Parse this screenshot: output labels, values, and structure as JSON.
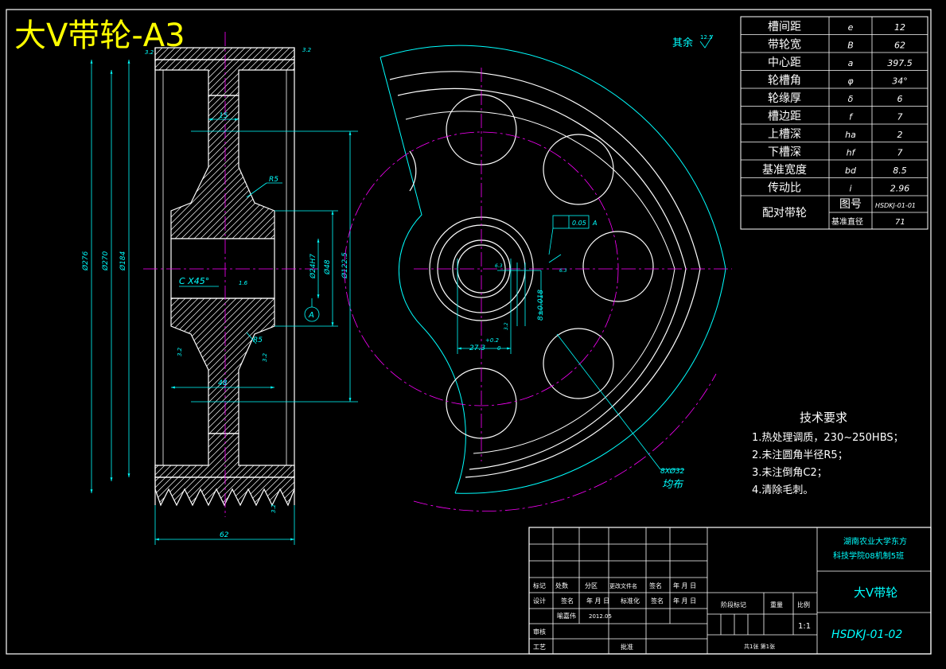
{
  "title": "大V带轮-A3",
  "surface_finish": {
    "label": "其余",
    "value": "12.5"
  },
  "params": [
    {
      "name": "槽间距",
      "symbol": "e",
      "value": "12"
    },
    {
      "name": "带轮宽",
      "symbol": "B",
      "value": "62"
    },
    {
      "name": "中心距",
      "symbol": "a",
      "value": "397.5"
    },
    {
      "name": "轮槽角",
      "symbol": "φ",
      "value": "34°"
    },
    {
      "name": "轮缘厚",
      "symbol": "δ",
      "value": "6"
    },
    {
      "name": "槽边距",
      "symbol": "f",
      "value": "7"
    },
    {
      "name": "上槽深",
      "symbol": "ha",
      "value": "2"
    },
    {
      "name": "下槽深",
      "symbol": "hf",
      "value": "7"
    },
    {
      "name": "基准宽度",
      "symbol": "bd",
      "value": "8.5"
    },
    {
      "name": "传动比",
      "symbol": "i",
      "value": "2.96"
    }
  ],
  "mating": {
    "label": "配对带轮",
    "drawing_no_label": "图号",
    "drawing_no": "HSDKJ-01-01",
    "datum_dia_label": "基准直径",
    "datum_dia": "71"
  },
  "dims": {
    "d276": "Ø276",
    "d270": "Ø270",
    "d184": "Ø184",
    "d122": "Ø122.5",
    "d48": "Ø48",
    "d24": "Ø24H7",
    "w15": "15",
    "w48": "48",
    "w62": "62",
    "r5a": "R5",
    "r5b": "R5",
    "chamfer": "C X45°",
    "datum": "A",
    "r32a": "3.2",
    "r32b": "3.2",
    "r32c": "3.2",
    "r16": "1.6",
    "ra32": "3.2",
    "ra32b": "3.2",
    "ra32c": "3.2",
    "r63a": "6.3",
    "r63b": "6.3",
    "kw": "8±0.018",
    "kd": "27.3",
    "kd_tol": "+0.2",
    "kd_tol2": "0",
    "tol_val": "0.05",
    "tol_ref": "A",
    "holes": "8XØ32",
    "holes2": "均布"
  },
  "tech": {
    "heading": "技术要求",
    "items": [
      "1.热处理调质，230~250HBS；",
      "2.未注圆角半径R5；",
      "3.未注倒角C2；",
      "4.清除毛刺。"
    ]
  },
  "title_block": {
    "school1": "湖南农业大学东方",
    "school2": "科技学院08机制5班",
    "part_name": "大V带轮",
    "drawing_no": "HSDKJ-01-02",
    "row1": [
      "标记",
      "处数",
      "分区",
      "更改文件名",
      "签名",
      "年 月 日"
    ],
    "row2": [
      "设计",
      "签名",
      "年 月 日",
      "标准化",
      "签名",
      "年 月 日"
    ],
    "designer": "喻嘉伟",
    "date": "2012.05",
    "check": "审核",
    "craft": "工艺",
    "approve": "批准",
    "stage": "阶段标记",
    "weight": "重量",
    "scale_label": "比例",
    "scale": "1:1",
    "sheets": "共1张  第1张"
  },
  "colors": {
    "bg": "#000000",
    "outline": "#ffffff",
    "dim": "#00ffff",
    "center": "#ff00ff",
    "title": "#ffff00"
  }
}
